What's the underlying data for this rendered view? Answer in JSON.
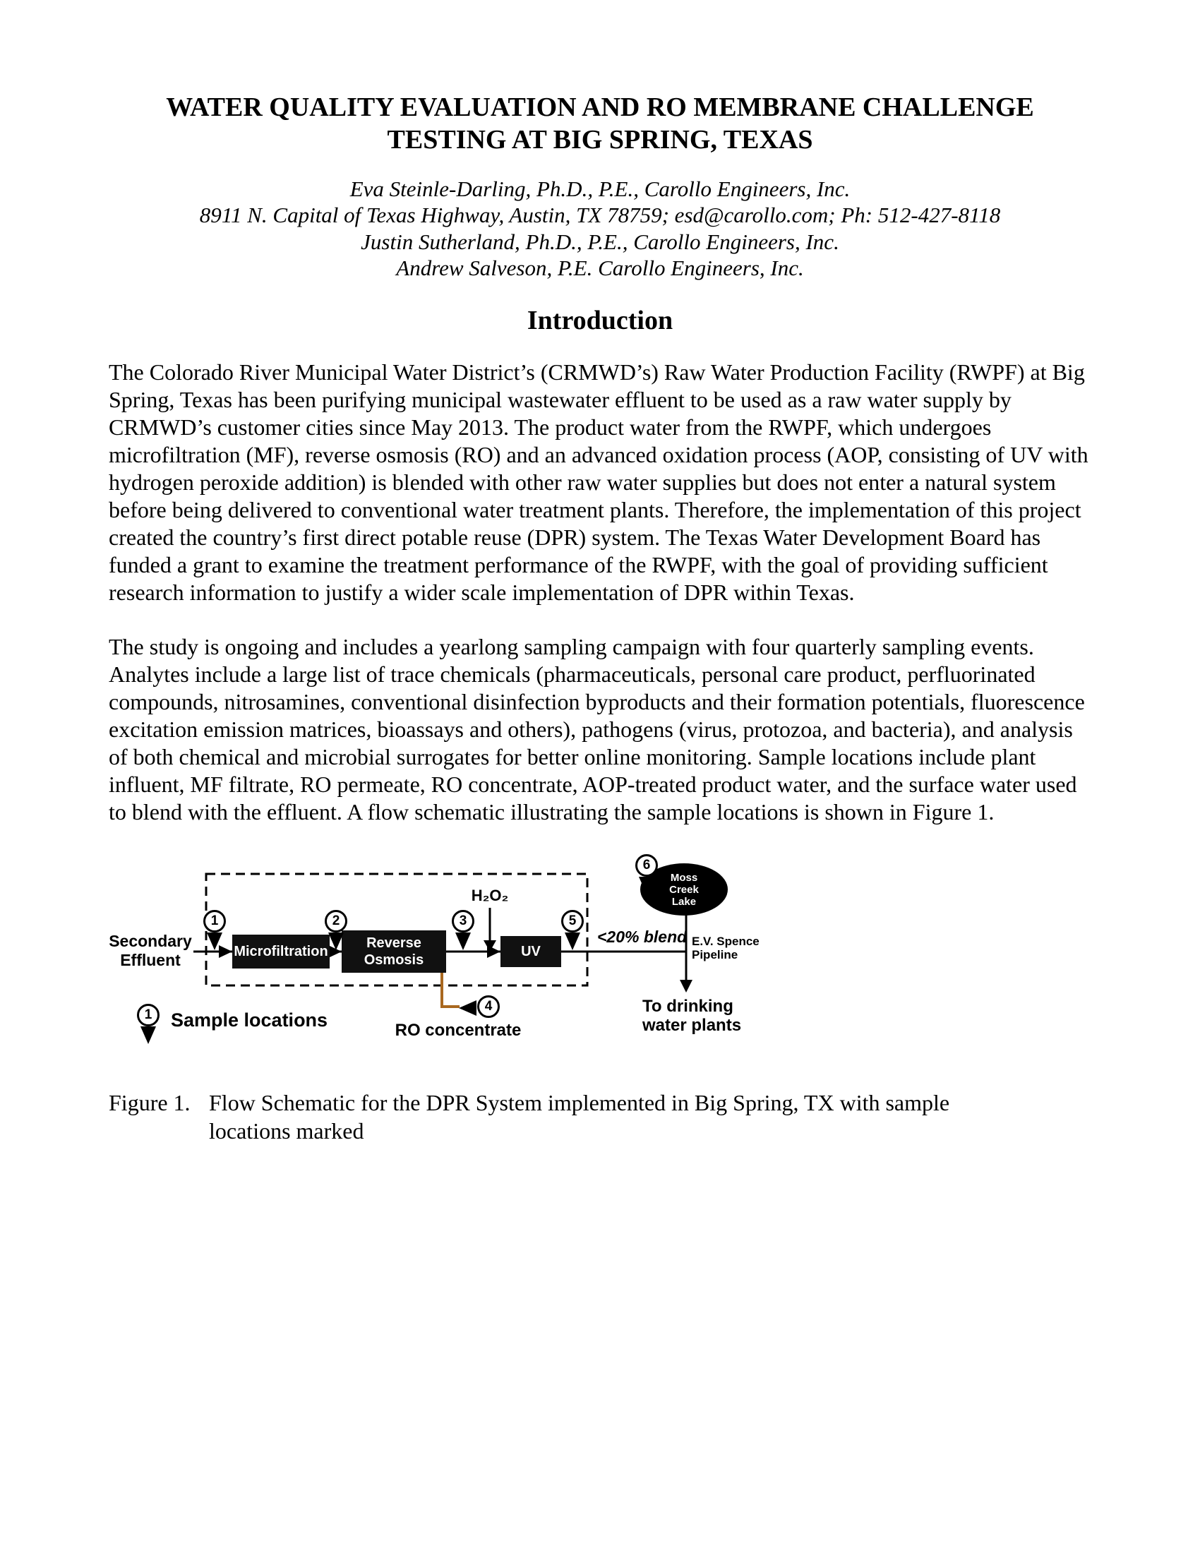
{
  "doc": {
    "title": "WATER QUALITY EVALUATION AND RO MEMBRANE CHALLENGE\nTESTING AT BIG SPRING, TEXAS",
    "authors": [
      "Eva Steinle-Darling, Ph.D., P.E., Carollo Engineers, Inc.",
      "8911 N. Capital of Texas Highway, Austin, TX 78759; esd@carollo.com; Ph: 512-427-8118",
      "Justin Sutherland, Ph.D., P.E., Carollo Engineers, Inc.",
      "Andrew Salveson, P.E. Carollo Engineers, Inc."
    ],
    "section_heading": "Introduction",
    "paragraphs": [
      "The Colorado River Municipal Water District’s (CRMWD’s) Raw Water Production Facility (RWPF) at Big Spring, Texas has been purifying municipal wastewater effluent to be used as a raw water supply by CRMWD’s customer cities since May 2013. The product water from the RWPF, which undergoes microfiltration (MF), reverse osmosis (RO) and an advanced oxidation process (AOP, consisting of UV with hydrogen peroxide addition) is blended with other raw water supplies but does not enter a natural system before being delivered to conventional water treatment plants. Therefore, the implementation of this project created the country’s first direct potable reuse (DPR) system. The Texas Water Development Board has funded a grant to examine the treatment performance of the RWPF, with the goal of providing sufficient research information to justify a wider scale implementation of DPR within Texas.",
      "The study is ongoing and includes a yearlong sampling campaign with four quarterly sampling events. Analytes include a large list of trace chemicals (pharmaceuticals, personal care product, perfluorinated compounds, nitrosamines, conventional disinfection byproducts and their formation potentials, fluorescence excitation emission matrices, bioassays and others), pathogens (virus, protozoa, and bacteria), and analysis of both chemical and microbial surrogates for better online monitoring. Sample locations include plant influent, MF filtrate, RO permeate, RO concentrate, AOP-treated product water, and the surface water used to blend with the effluent. A flow schematic illustrating the sample locations is shown in Figure 1."
    ],
    "figure": {
      "label": "Figure 1.",
      "caption": "Flow Schematic for the DPR System implemented in Big Spring, TX with sample locations marked"
    }
  },
  "diagram": {
    "labels": {
      "secondary_effluent": "Secondary\nEffluent",
      "box_microfiltration": "Microfiltration",
      "box_reverse_osmosis": "Reverse\nOsmosis",
      "box_uv": "UV",
      "h2o2": "H₂O₂",
      "blend": "<20% blend",
      "pipeline": "E.V. Spence\nPipeline",
      "lake": "Moss\nCreek\nLake",
      "to_drinking": "To drinking\nwater plants",
      "ro_concentrate": "RO concentrate",
      "legend": "Sample locations"
    },
    "markers": {
      "m1": "1",
      "m2": "2",
      "m3": "3",
      "m4": "4",
      "m5": "5",
      "m6": "6",
      "legend_pin": "1"
    },
    "colors": {
      "concentrate_line": "#a9681f",
      "box_fill": "#111111"
    }
  }
}
